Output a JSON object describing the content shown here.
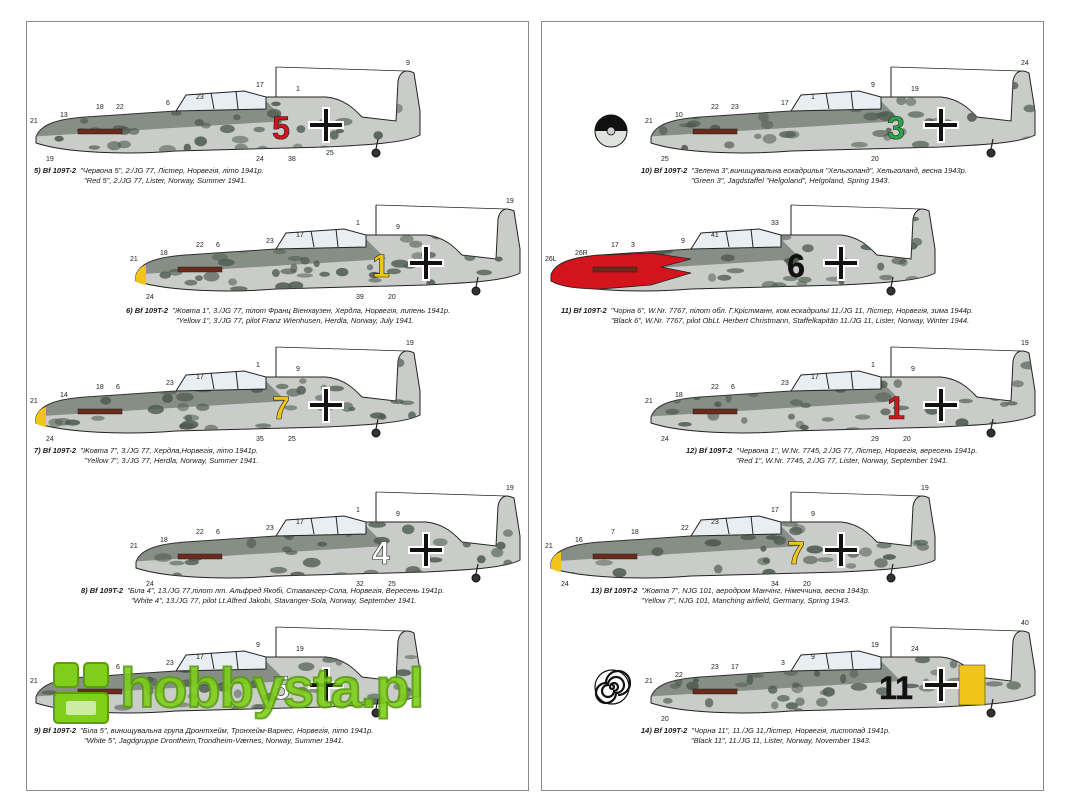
{
  "watermark": "hobbysta.pl",
  "colors": {
    "camo_light": "#c9ccc8",
    "camo_dark": "#4f5b50",
    "red": "#d3141c",
    "yellow": "#f0c419",
    "green": "#2aa64a",
    "white": "#ffffff",
    "black": "#111111",
    "watermark_green": "#7fcf1a"
  },
  "left_page": [
    {
      "number": "5)",
      "type": "Bf 109T-2",
      "ua": "\"Червона 5\", 2./JG 77, Лістер, Норвегія, літо 1941р.",
      "en": "\"Red 5\", 2./JG 77, Lister, Norway, Summer 1941.",
      "marking": "5",
      "marking_color": "#d3141c",
      "callouts": [
        "21",
        "13",
        "18",
        "22",
        "6",
        "23",
        "17",
        "1",
        "9",
        "19",
        "24",
        "38",
        "25"
      ]
    },
    {
      "number": "6)",
      "type": "Bf 109T-2",
      "ua": "\"Жовта 1\", 3./JG 77, пілот Франц Віенхаузен, Хердла, Норвегія, липень 1941р.",
      "en": "\"Yellow 1\", 3./JG 77, pilot Franz Wienhusen, Herdla, Norway, July 1941.",
      "marking": "1",
      "marking_color": "#f0c419",
      "callouts": [
        "21",
        "18",
        "22",
        "6",
        "23",
        "17",
        "1",
        "9",
        "19",
        "24",
        "39",
        "20"
      ]
    },
    {
      "number": "7)",
      "type": "Bf 109T-2",
      "ua": "\"Жовта 7\", 3./JG 77, Хердла,Норвегія, літо 1941р.",
      "en": "\"Yellow 7\", 3./JG 77, Herdla, Norway, Summer 1941.",
      "marking": "7",
      "marking_color": "#f0c419",
      "callouts": [
        "21",
        "14",
        "18",
        "6",
        "23",
        "17",
        "1",
        "9",
        "19",
        "24",
        "35",
        "25"
      ]
    },
    {
      "number": "8)",
      "type": "Bf 109T-2",
      "ua": "\"Біла 4\", 13./JG 77,пілот лт. Альфред Якобі, Ставангер-Сола, Норвегія, Вересень 1941р.",
      "en": "\"White 4\", 13./JG 77, pilot Lt.Alfred Jakobi, Stavanger-Sola, Norway, September 1941.",
      "marking": "4",
      "marking_color": "#ffffff",
      "callouts": [
        "21",
        "18",
        "22",
        "6",
        "23",
        "17",
        "1",
        "9",
        "19",
        "24",
        "32",
        "25"
      ]
    },
    {
      "number": "9)",
      "type": "Bf 109T-2",
      "ua": "\"Біла 5\", винищувальна група Дронтхейм, Тронхейм-Варнес, Норвегія, літо 1941р.",
      "en": "\"White 5\", Jagdgruppe Drontheim,Trondheim-Værnes, Norway, Summer 1941.",
      "marking": "5",
      "marking_color": "#ffffff",
      "callouts": [
        "21",
        "18",
        "22",
        "6",
        "23",
        "17",
        "9",
        "19"
      ]
    }
  ],
  "right_page": [
    {
      "number": "10)",
      "type": "Bf 109T-2",
      "ua": "\"Зелена 3\",винищувальна ескадрилья \"Хельголанд\", Хельголанд, весна 1943р.",
      "en": "\"Green 3\", Jagdstaffel \"Helgoland\", Helgoland, Spring 1943.",
      "marking": "3",
      "marking_color": "#2aa64a",
      "callouts": [
        "21",
        "10",
        "22",
        "23",
        "17",
        "1",
        "9",
        "19",
        "24",
        "25",
        "20"
      ]
    },
    {
      "number": "11)",
      "type": "Bf 109T-2",
      "ua": "\"Чорна 6\", W.Nr. 7767, пілот обл. Г.Крістманн, ком.ескадрильї 11./JG 11, Лістер, Норвегія, зима 1944р.",
      "en": "\"Black 6\", W.Nr. 7767, pilot ObLt. Herbert Christmann, Staffelkapitän 11./JG 11, Lister, Norway, Winter 1944.",
      "marking": "6",
      "marking_color": "#111111",
      "callouts": [
        "26L",
        "26R",
        "17",
        "3",
        "9",
        "41",
        "33"
      ]
    },
    {
      "number": "12)",
      "type": "Bf 109T-2",
      "ua": "\"Червона 1\", W.Nr. 7745, 2./JG 77, Лістер, Норвегія, вересень 1941р.",
      "en": "\"Red 1\", W.Nr. 7745, 2./JG 77, Lister, Norway, September 1941.",
      "marking": "1",
      "marking_color": "#d3141c",
      "callouts": [
        "21",
        "18",
        "22",
        "6",
        "23",
        "17",
        "1",
        "9",
        "19",
        "24",
        "29",
        "20"
      ]
    },
    {
      "number": "13)",
      "type": "Bf 109T-2",
      "ua": "\"Жовта 7\", NJG 101, аеродром Манчінг, Німеччина, весна 1943р.",
      "en": "\"Yellow 7\", NJG 101, Manching airfield, Germany, Spring 1943.",
      "marking": "7",
      "marking_color": "#f0c419",
      "callouts": [
        "21",
        "16",
        "7",
        "18",
        "22",
        "23",
        "17",
        "9",
        "19",
        "24",
        "34",
        "20"
      ]
    },
    {
      "number": "14)",
      "type": "Bf 109T-2",
      "ua": "\"Чорна 11\", 11./JG 11,Лістер, Норвегія, листопад 1941р.",
      "en": "\"Black 11\", 11./JG 11, Lister, Norway, November 1943.",
      "marking": "11",
      "marking_color": "#111111",
      "callouts": [
        "21",
        "22",
        "23",
        "17",
        "3",
        "9",
        "19",
        "24",
        "40",
        "20"
      ]
    }
  ]
}
